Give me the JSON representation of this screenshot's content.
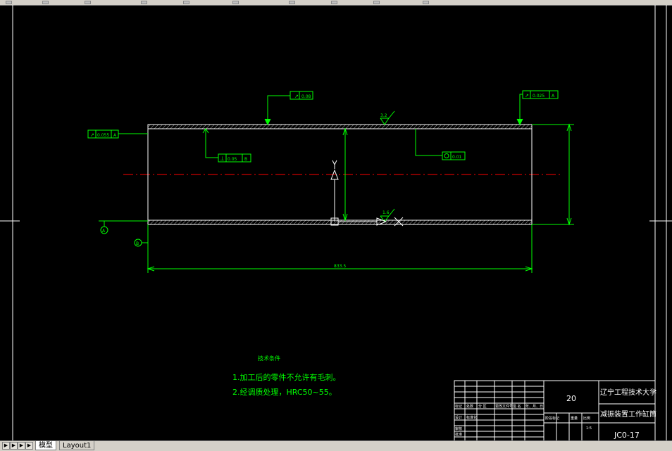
{
  "drawing": {
    "tolerances": {
      "top_left": "0.08",
      "top_right": "0.025",
      "top_right_datum": "A",
      "left": "0.055",
      "left_datum": "A",
      "perpendicularity": "0.05",
      "perpendicularity_datum": "B",
      "cylindricity": "0.01"
    },
    "roughness": {
      "top": "3.2",
      "bottom": "1.6"
    },
    "datums": {
      "a": "A",
      "b": "B"
    },
    "dimensions": {
      "length": "833.5"
    },
    "notes": {
      "title": "技术条件",
      "line1": "1.加工后的零件不允许有毛刺。",
      "line2": "2.经调质处理，HRC50~55。"
    },
    "title_block": {
      "quantity": "20",
      "school": "辽宁工程技术大学",
      "drawing_title": "减振装置工作缸筒",
      "drawing_no": "JC0-17",
      "headers": [
        "标记",
        "处数",
        "分 区",
        "更改文件号",
        "签 名",
        "年、月、日"
      ],
      "labels": [
        "设计",
        "标准化",
        "审核",
        "批准",
        "阶段标记",
        "重量",
        "比例"
      ],
      "scale": "1:5"
    }
  },
  "tabs": {
    "model": "模型",
    "layout1": "Layout1"
  },
  "colors": {
    "background": "#000000",
    "geometry": "#ffffff",
    "annotation": "#00ff00",
    "centerline": "#ff0000",
    "hatch": "#b0b0b0"
  }
}
